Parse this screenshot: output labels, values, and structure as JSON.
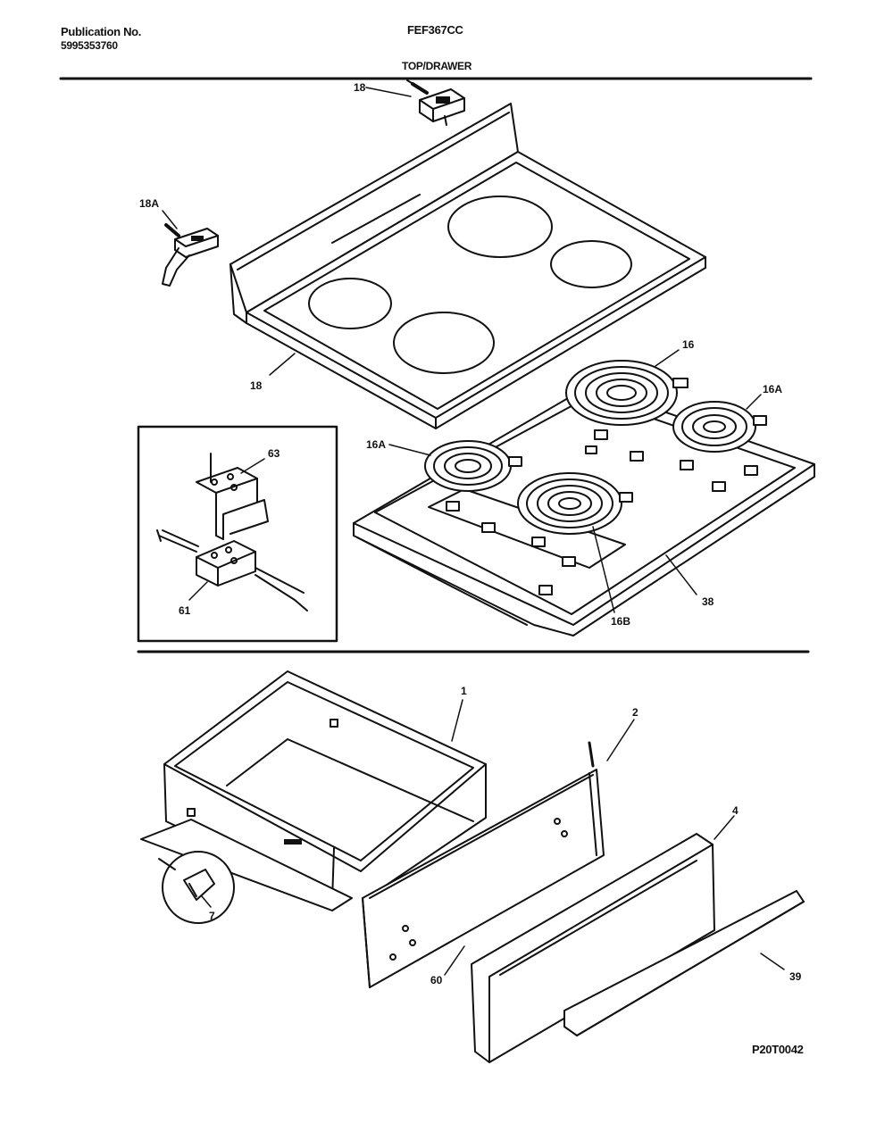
{
  "header": {
    "publication_label": "Publication No.",
    "publication_number": "5995353760",
    "model": "FEF367CC",
    "section": "TOP/DRAWER"
  },
  "footer": {
    "part_code": "P20T0042"
  },
  "callouts": {
    "c18_top": "18",
    "c18a_left": "18A",
    "c18_cooktop": "18",
    "c16": "16",
    "c16a_right": "16A",
    "c16a_left": "16A",
    "c16b": "16B",
    "c38": "38",
    "c63": "63",
    "c61": "61",
    "c1": "1",
    "c2": "2",
    "c4": "4",
    "c7": "7",
    "c60": "60",
    "c39": "39"
  }
}
